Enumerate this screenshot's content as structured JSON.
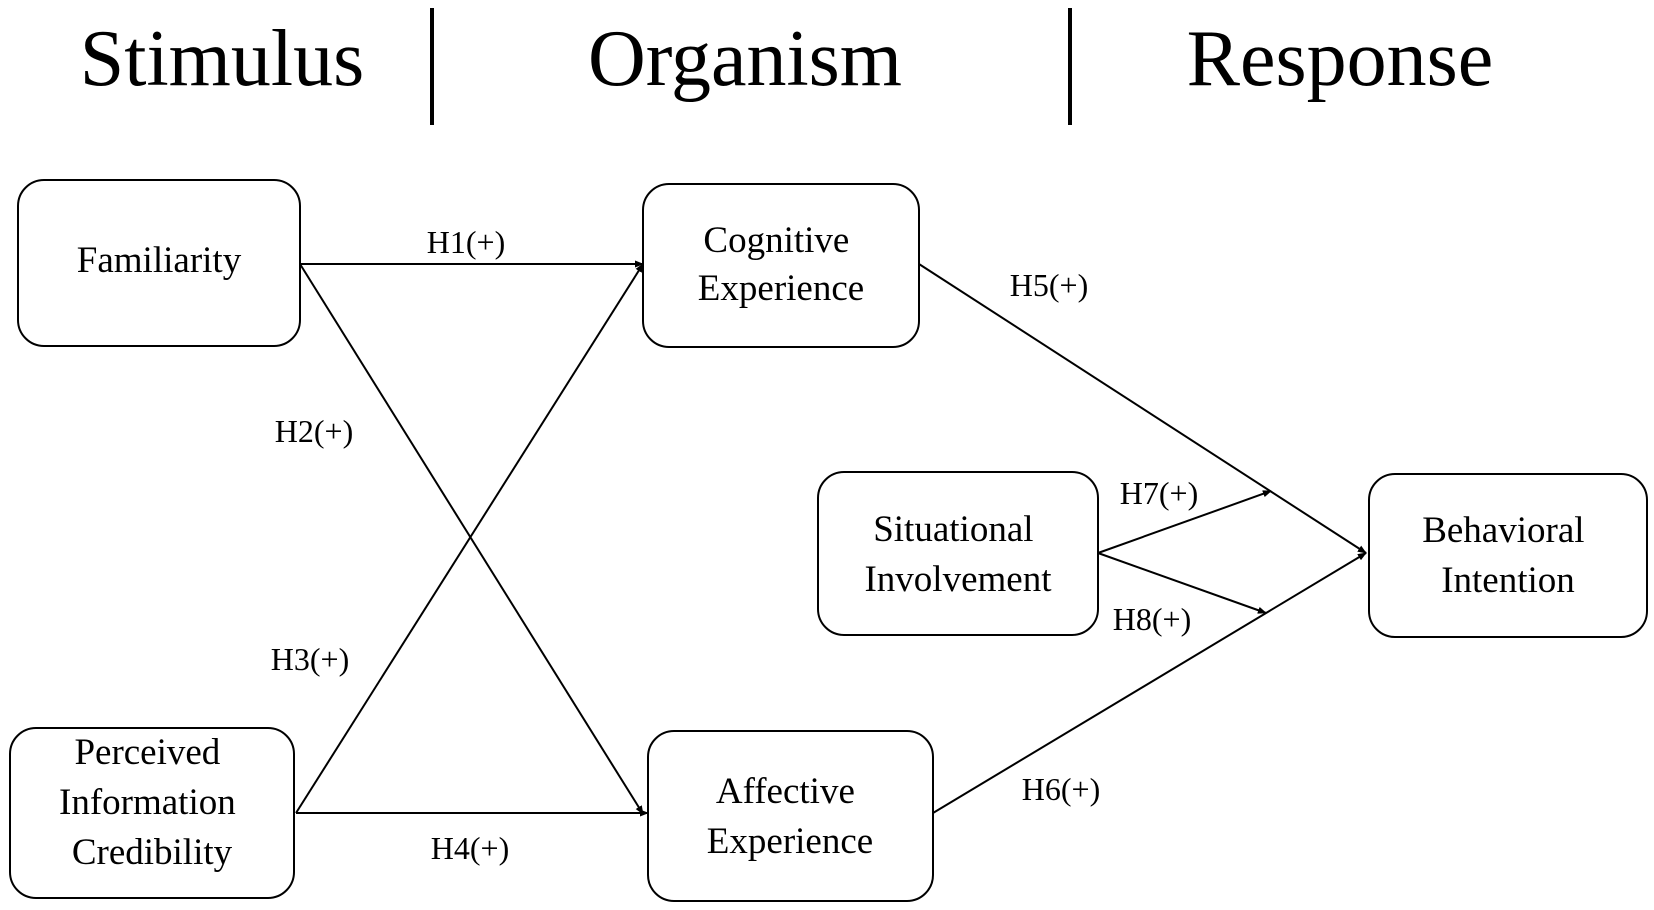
{
  "stages": {
    "stimulus": "Stimulus",
    "organism": "Organism",
    "response": "Response"
  },
  "nodes": {
    "familiarity": [
      "Familiarity"
    ],
    "credibility": [
      "Perceived",
      "Information",
      "Credibility"
    ],
    "cognitive": [
      "Cognitive",
      "Experience"
    ],
    "affective": [
      "Affective",
      "Experience"
    ],
    "situational": [
      "Situational",
      "Involvement"
    ],
    "behavioral": [
      "Behavioral",
      "Intention"
    ]
  },
  "edges": {
    "h1": "H1(+)",
    "h2": "H2(+)",
    "h3": "H3(+)",
    "h4": "H4(+)",
    "h5": "H5(+)",
    "h6": "H6(+)",
    "h7": "H7(+)",
    "h8": "H8(+)"
  }
}
